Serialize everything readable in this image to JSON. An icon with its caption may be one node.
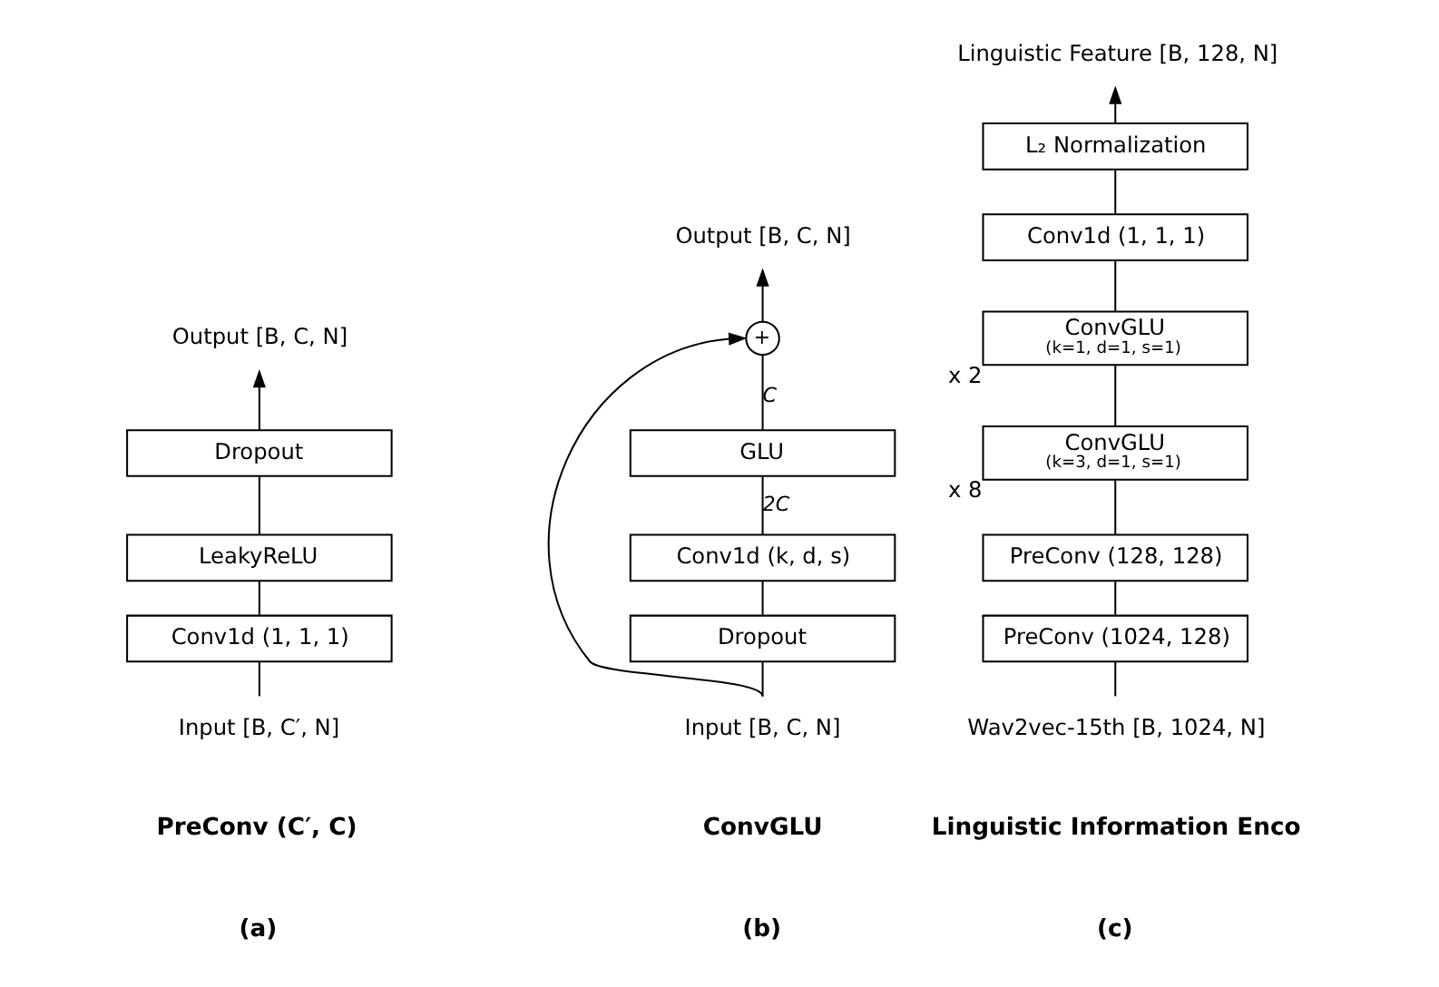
{
  "diagram": {
    "nodes": [
      {
        "text": [
          "Output [B, C, N]"
        ]
      },
      {
        "text": [
          "Dropout"
        ]
      },
      {
        "text": [
          "LeakyReLU"
        ]
      },
      {
        "text": [
          "Conv1d (1, 1, 1)"
        ]
      },
      {
        "text": [
          "Input [B, C′, N]"
        ]
      },
      {
        "text": [
          "Output [B, C, N]"
        ]
      },
      {
        "text": [
          "+"
        ]
      },
      {
        "text": [
          "GLU"
        ]
      },
      {
        "text": [
          "Conv1d (k, d, s)"
        ]
      },
      {
        "text": [
          "Dropout"
        ]
      },
      {
        "text": [
          "Input [B, C, N]"
        ]
      },
      {
        "text": [
          "Linguistic Feature [B, 128, N]"
        ]
      },
      {
        "text": [
          "L₂ Normalization"
        ]
      },
      {
        "text": [
          "Conv1d (1, 1, 1)"
        ]
      },
      {
        "text": [
          "ConvGLU",
          "(k=1, d=1, s=1)"
        ],
        "beside": [
          "x 2"
        ]
      },
      {
        "text": [
          "ConvGLU",
          "(k=3, d=1, s=1)"
        ],
        "beside": [
          "x 8"
        ]
      },
      {
        "text": [
          "PreConv (128, 128)"
        ]
      },
      {
        "text": [
          "PreConv (1024, 128)"
        ]
      },
      {
        "text": [
          "Wav2vec-15th [B, 1024, N]"
        ]
      }
    ],
    "edges": [
      {
        "from": 4,
        "to": 3,
        "arrow": "none"
      },
      {
        "from": 3,
        "to": 2,
        "arrow": "none"
      },
      {
        "from": 2,
        "to": 1,
        "arrow": "none"
      },
      {
        "from": 1,
        "to": 0,
        "arrow": "to"
      },
      {
        "from": 10,
        "to": 9,
        "arrow": "none"
      },
      {
        "from": 9,
        "to": 8,
        "arrow": "none"
      },
      {
        "from": 8,
        "to": 7,
        "arrow": "none",
        "label": "2C"
      },
      {
        "from": 7,
        "to": 6,
        "arrow": "none",
        "label": "C"
      },
      {
        "from": 6,
        "to": 5,
        "arrow": "to"
      },
      {
        "from": 10,
        "to": 6,
        "arrow": "to"
      },
      {
        "from": 18,
        "to": 17,
        "arrow": "none"
      },
      {
        "from": 17,
        "to": 16,
        "arrow": "none"
      },
      {
        "from": 16,
        "to": 15,
        "arrow": "none"
      },
      {
        "from": 15,
        "to": 14,
        "arrow": "none"
      },
      {
        "from": 14,
        "to": 13,
        "arrow": "none"
      },
      {
        "from": 13,
        "to": 12,
        "arrow": "none"
      },
      {
        "from": 12,
        "to": 11,
        "arrow": "to"
      }
    ],
    "labels": [
      "PreConv (C′, C)",
      "ConvGLU",
      "Linguistic Information Enco",
      "(a)",
      "(b)",
      "(c)"
    ]
  }
}
